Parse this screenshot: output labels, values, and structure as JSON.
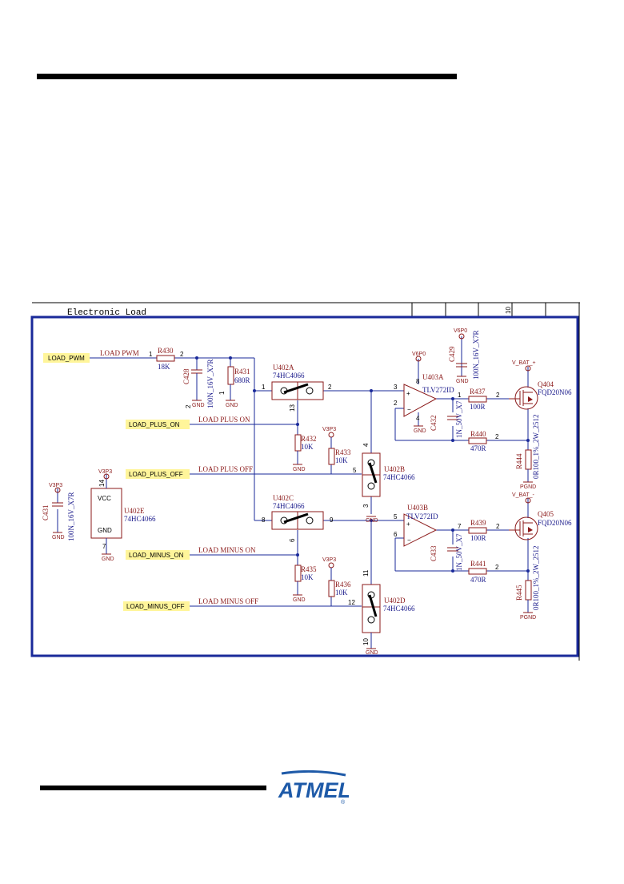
{
  "sheet": {
    "title": "Electronic Load",
    "border_marks": [
      "10"
    ]
  },
  "net_ports": {
    "load_pwm": "LOAD_PWM",
    "load_plus_on": "LOAD_PLUS_ON",
    "load_plus_off": "LOAD_PLUS_OFF",
    "load_minus_on": "LOAD_MINUS_ON",
    "load_minus_off": "LOAD_MINUS_OFF"
  },
  "net_names": {
    "load_pwm": "LOAD PWM",
    "load_plus_on": "LOAD PLUS ON",
    "load_plus_off": "LOAD PLUS OFF",
    "load_minus_on": "LOAD MINUS ON",
    "load_minus_off": "LOAD MINUS OFF"
  },
  "power": {
    "v3p3": "V3P3",
    "v6p0": "V6P0",
    "gnd": "GND",
    "pgnd": "PGND",
    "vbat_plus": "V_BAT_+",
    "vbat_minus": "V_BAT_-"
  },
  "components": {
    "r430": {
      "ref": "R430",
      "value": "18K"
    },
    "c428": {
      "ref": "C428",
      "value": "100N_16V_X7R"
    },
    "r431": {
      "ref": "R431",
      "value": "680R"
    },
    "u402a": {
      "ref": "U402A",
      "part": "74HC4066"
    },
    "u402b": {
      "ref": "U402B",
      "part": "74HC4066"
    },
    "u402c": {
      "ref": "U402C",
      "part": "74HC4066"
    },
    "u402d": {
      "ref": "U402D",
      "part": "74HC4066"
    },
    "u402e": {
      "ref": "U402E",
      "part": "74HC4066",
      "vcc": "VCC",
      "gnd": "GND"
    },
    "r432": {
      "ref": "R432",
      "value": "10K"
    },
    "r433": {
      "ref": "R433",
      "value": "10K"
    },
    "r435": {
      "ref": "R435",
      "value": "10K"
    },
    "r436": {
      "ref": "R436",
      "value": "10K"
    },
    "c431": {
      "ref": "C431",
      "value": "100N_16V_X7R"
    },
    "u403a": {
      "ref": "U403A",
      "part": "TLV272ID"
    },
    "u403b": {
      "ref": "U403B",
      "part": "TLV272ID"
    },
    "c429": {
      "ref": "C429",
      "value": "100N_16V_X7R"
    },
    "c432": {
      "ref": "C432",
      "value": "1N_50V_X7"
    },
    "c433": {
      "ref": "C433",
      "value": "1N_50V_X7"
    },
    "r437": {
      "ref": "R437",
      "value": "100R"
    },
    "r440": {
      "ref": "R440",
      "value": "470R"
    },
    "r439": {
      "ref": "R439",
      "value": "100R"
    },
    "r441": {
      "ref": "R441",
      "value": "470R"
    },
    "r444": {
      "ref": "R444",
      "value": "0R100_1%_2W_2512"
    },
    "r445": {
      "ref": "R445",
      "value": "0R100_1%_2W_2512"
    },
    "q404": {
      "ref": "Q404",
      "part": "FQD20N06"
    },
    "q405": {
      "ref": "Q405",
      "part": "FQD20N06"
    }
  },
  "pins": {
    "p1": "1",
    "p2": "2",
    "p3": "3",
    "p4": "4",
    "p5": "5",
    "p6": "6",
    "p7": "7",
    "p8": "8",
    "p9": "9",
    "p10": "10",
    "p11": "11",
    "p12": "12",
    "p13": "13",
    "p14": "14"
  },
  "logo": {
    "text": "ATMEL",
    "registered": "®",
    "color": "#1e5aa8"
  },
  "colors": {
    "frame": "#1a2a9a",
    "wire": "#1a2a9a",
    "component": "#8b1a1a",
    "net_port_fill": "#fff59a"
  }
}
